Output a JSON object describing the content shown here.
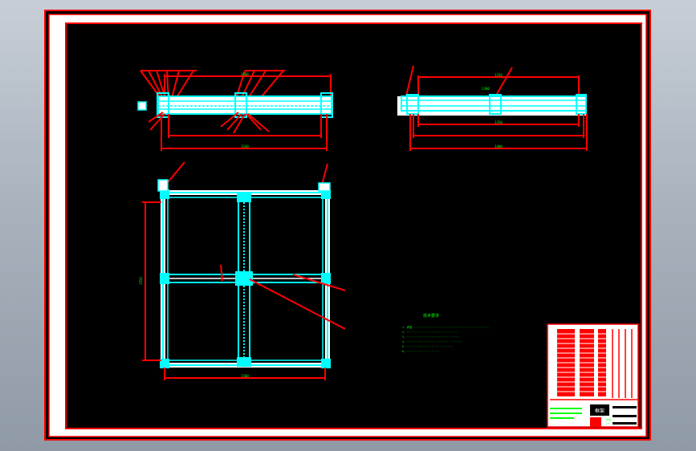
{
  "drawing": {
    "notes_heading": "技术要求",
    "notes": [
      "1. 焊接 ·················································",
      "2. ·································",
      "3. ··································",
      "4. ··················· ·······  ········",
      "5. ····················· ········",
      "6. ·············· ······"
    ],
    "dims": {
      "front_top": "1500",
      "front_bottom": "1540",
      "side_top": "1250",
      "side_mid1": "1300",
      "side_mid2": "1350",
      "side_bottom": "1400",
      "plan_height": "1550",
      "plan_width": "1500"
    },
    "title_block": {
      "drawing_title": "框架",
      "scale_label": "比例",
      "scale": "1:5"
    },
    "colors": {
      "border": "#ff0000",
      "paper": "#ffffff",
      "background": "#000000",
      "geometry": "#00ffff",
      "dimension": "#ff0000",
      "text": "#00ff00"
    }
  }
}
